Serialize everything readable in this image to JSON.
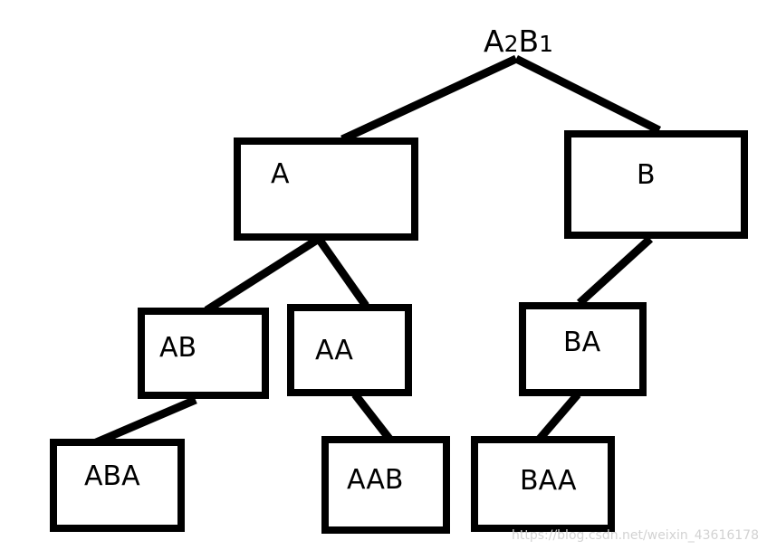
{
  "root": {
    "parts": [
      "A",
      "2",
      "B",
      "1"
    ]
  },
  "nodes": {
    "a": "A",
    "b": "B",
    "ab": "AB",
    "aa": "AA",
    "ba": "BA",
    "aba": "ABA",
    "aab": "AAB",
    "baa": "BAA"
  },
  "watermark": "https://blog.csdn.net/weixin_43616178"
}
